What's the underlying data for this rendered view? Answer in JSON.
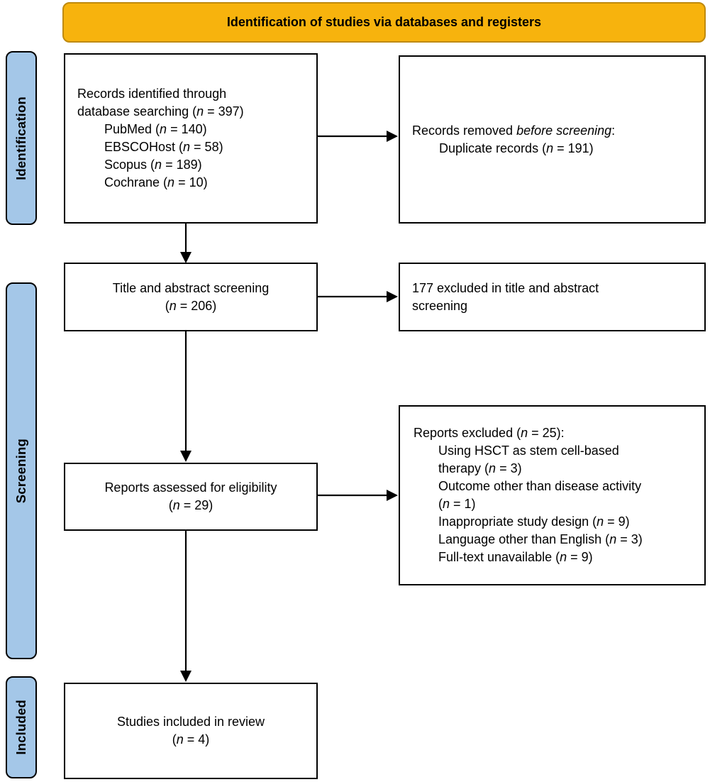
{
  "banner": {
    "title": "Identification of studies via databases and registers"
  },
  "sidebar": {
    "items": [
      {
        "label": "Identification"
      },
      {
        "label": "Screening"
      },
      {
        "label": "Included"
      }
    ]
  },
  "colors": {
    "banner_fill": "#F7B30D",
    "banner_border": "#BF8A0D",
    "stage_fill": "#A4C7E8",
    "box_border": "#000000",
    "arrow": "#000000"
  },
  "boxes": {
    "records_identified": {
      "lines": [
        {
          "segs": [
            {
              "t": "Records identified through"
            }
          ]
        },
        {
          "segs": [
            {
              "t": "database searching ("
            },
            {
              "t": "n",
              "i": true
            },
            {
              "t": " = 397)"
            }
          ]
        },
        {
          "ind": true,
          "segs": [
            {
              "t": "PubMed ("
            },
            {
              "t": "n",
              "i": true
            },
            {
              "t": " = 140)"
            }
          ]
        },
        {
          "ind": true,
          "segs": [
            {
              "t": "EBSCOHost ("
            },
            {
              "t": "n",
              "i": true
            },
            {
              "t": " = 58)"
            }
          ]
        },
        {
          "ind": true,
          "segs": [
            {
              "t": "Scopus ("
            },
            {
              "t": "n",
              "i": true
            },
            {
              "t": " = 189)"
            }
          ]
        },
        {
          "ind": true,
          "segs": [
            {
              "t": "Cochrane ("
            },
            {
              "t": "n",
              "i": true
            },
            {
              "t": " = 10)"
            }
          ]
        }
      ]
    },
    "records_removed": {
      "lines": [
        {
          "segs": [
            {
              "t": "Records removed "
            },
            {
              "t": "before screening",
              "i": true
            },
            {
              "t": ":"
            }
          ]
        },
        {
          "ind": true,
          "segs": [
            {
              "t": "Duplicate records ("
            },
            {
              "t": "n",
              "i": true
            },
            {
              "t": " = 191)"
            }
          ]
        }
      ]
    },
    "title_abstract_screening": {
      "lines": [
        {
          "segs": [
            {
              "t": "Title and abstract screening"
            }
          ]
        },
        {
          "segs": [
            {
              "t": "("
            },
            {
              "t": "n",
              "i": true
            },
            {
              "t": " = 206)"
            }
          ]
        }
      ]
    },
    "excluded_title_abstract": {
      "lines": [
        {
          "segs": [
            {
              "t": "177 excluded in title and abstract"
            }
          ]
        },
        {
          "segs": [
            {
              "t": "screening"
            }
          ]
        }
      ]
    },
    "reports_assessed": {
      "lines": [
        {
          "segs": [
            {
              "t": "Reports assessed for eligibility"
            }
          ]
        },
        {
          "segs": [
            {
              "t": "("
            },
            {
              "t": "n",
              "i": true
            },
            {
              "t": " = 29)"
            }
          ]
        }
      ]
    },
    "reports_excluded": {
      "lines": [
        {
          "segs": [
            {
              "t": "Reports excluded ("
            },
            {
              "t": "n",
              "i": true
            },
            {
              "t": " = 25):"
            }
          ]
        },
        {
          "ind": true,
          "segs": [
            {
              "t": "Using HSCT as stem cell-based"
            }
          ]
        },
        {
          "ind": true,
          "segs": [
            {
              "t": "therapy ("
            },
            {
              "t": "n",
              "i": true
            },
            {
              "t": " = 3)"
            }
          ]
        },
        {
          "ind": true,
          "segs": [
            {
              "t": "Outcome other than disease activity"
            }
          ]
        },
        {
          "ind": true,
          "segs": [
            {
              "t": "("
            },
            {
              "t": "n",
              "i": true
            },
            {
              "t": " = 1)"
            }
          ]
        },
        {
          "ind": true,
          "segs": [
            {
              "t": "Inappropriate study design ("
            },
            {
              "t": "n",
              "i": true
            },
            {
              "t": " = 9)"
            }
          ]
        },
        {
          "ind": true,
          "segs": [
            {
              "t": "Language other than English ("
            },
            {
              "t": "n",
              "i": true
            },
            {
              "t": " = 3)"
            }
          ]
        },
        {
          "ind": true,
          "segs": [
            {
              "t": "Full-text unavailable ("
            },
            {
              "t": "n",
              "i": true
            },
            {
              "t": " = 9)"
            }
          ]
        }
      ]
    },
    "studies_included": {
      "lines": [
        {
          "segs": [
            {
              "t": "Studies included in review"
            }
          ]
        },
        {
          "segs": [
            {
              "t": "("
            },
            {
              "t": "n",
              "i": true
            },
            {
              "t": " = 4)"
            }
          ]
        }
      ]
    }
  }
}
